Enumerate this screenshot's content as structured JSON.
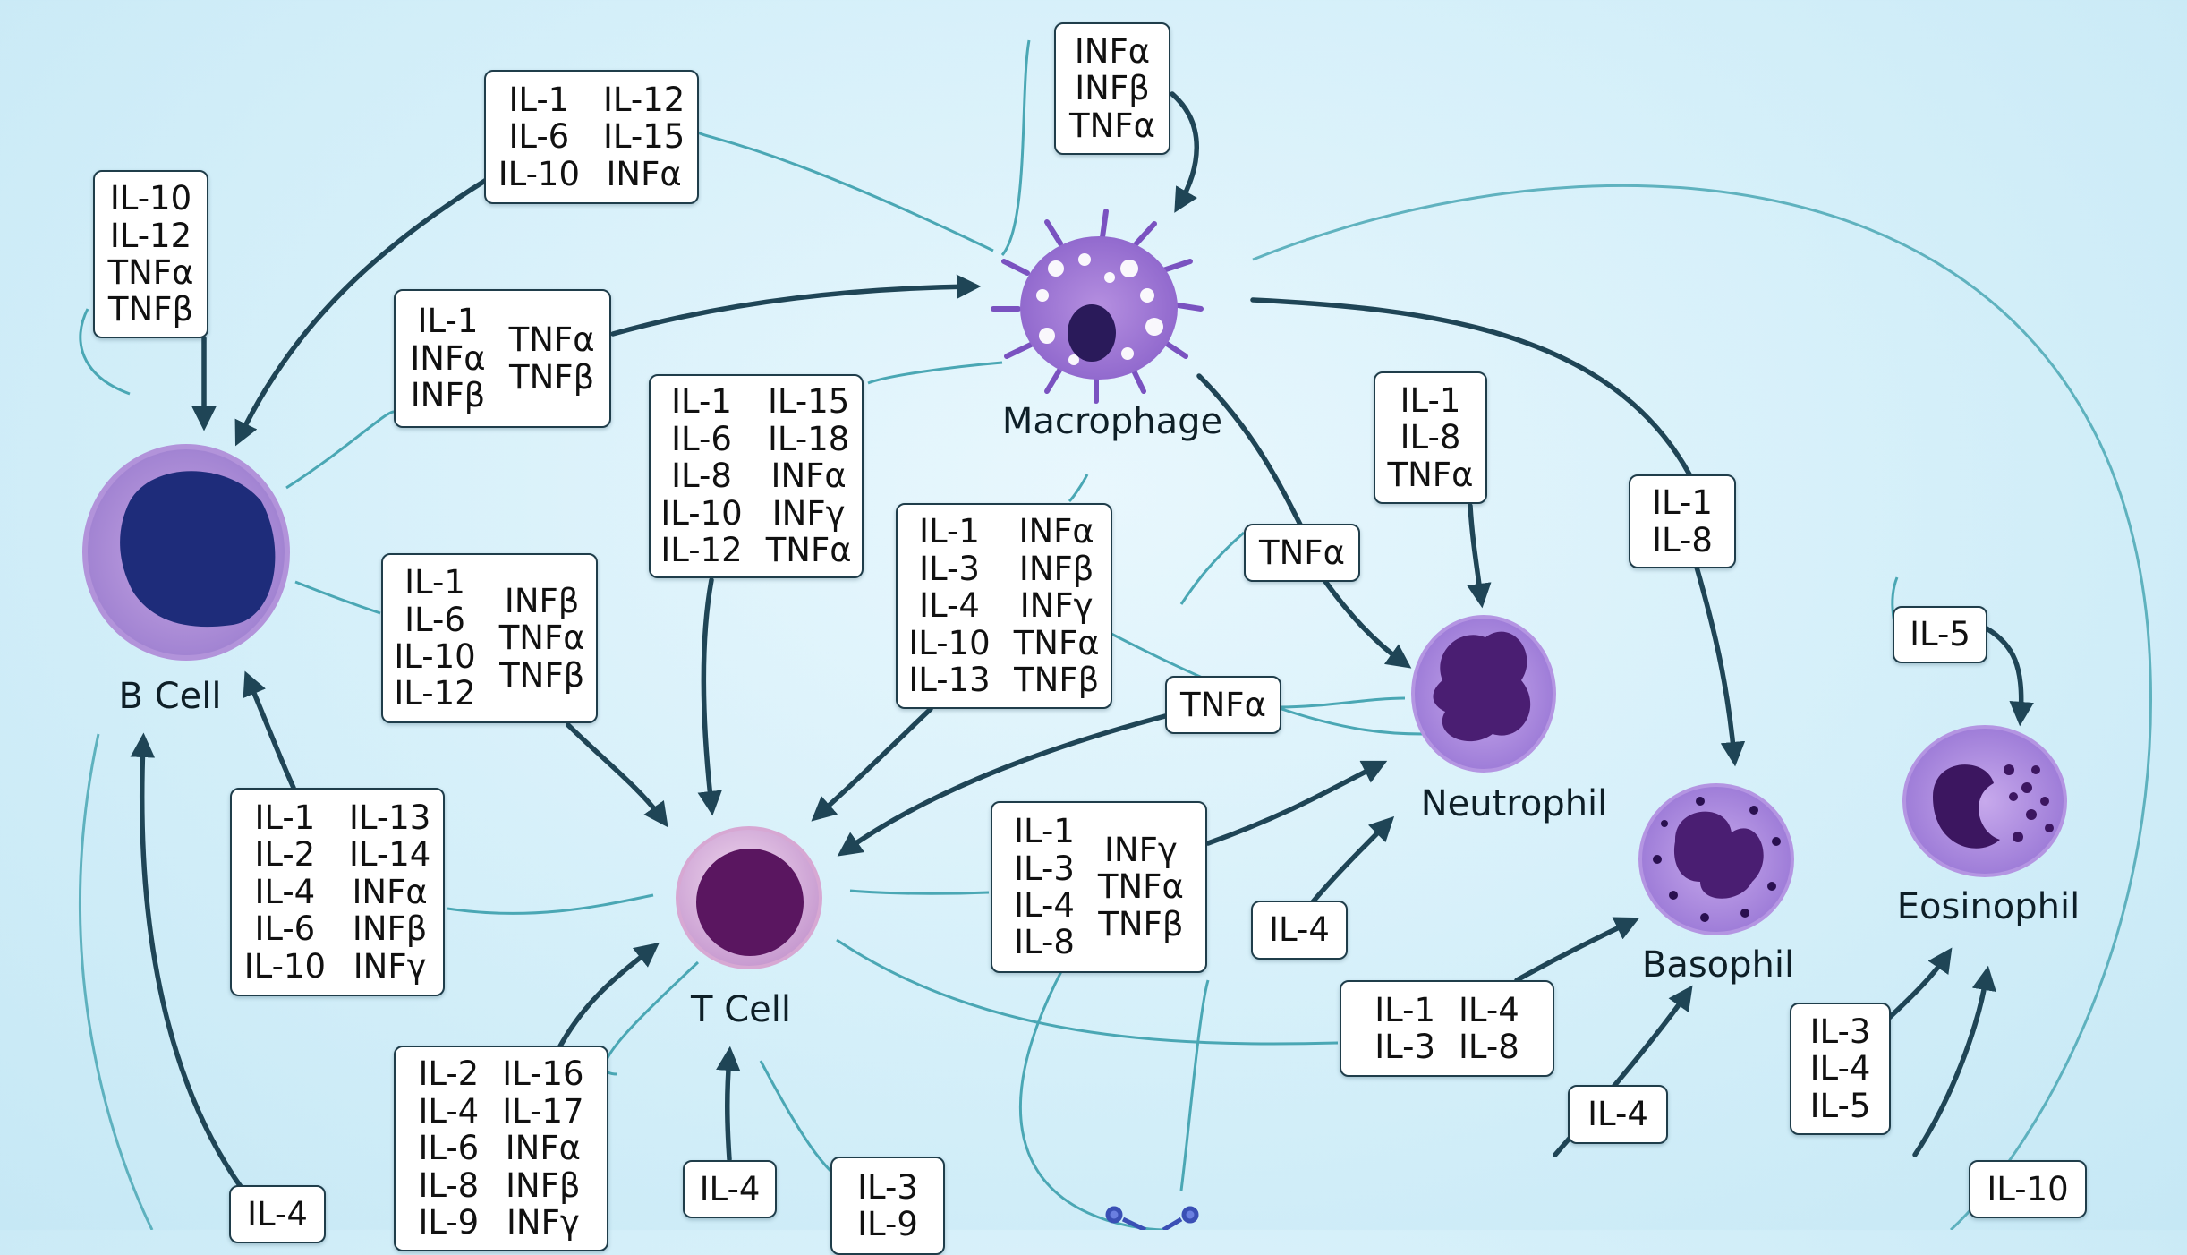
{
  "cells": {
    "b_cell": "B Cell",
    "macrophage": "Macrophage",
    "t_cell": "T Cell",
    "neutrophil": "Neutrophil",
    "basophil": "Basophil",
    "eosinophil": "Eosinophil"
  },
  "boxes": [
    {
      "id": "macrophage-self",
      "columns": [
        [
          "INFα",
          "INFβ",
          "TNFα"
        ]
      ]
    },
    {
      "id": "macrophage-to-bcell",
      "columns": [
        [
          "IL-1",
          "IL-6",
          "IL-10"
        ],
        [
          "IL-12",
          "IL-15",
          "INFα"
        ]
      ]
    },
    {
      "id": "bcell-self",
      "columns": [
        [
          "IL-10",
          "IL-12",
          "TNFα",
          "TNFβ"
        ]
      ]
    },
    {
      "id": "bcell-to-macrophage",
      "columns": [
        [
          "IL-1",
          "INFα",
          "INFβ"
        ],
        [
          "TNFα",
          "TNFβ"
        ]
      ]
    },
    {
      "id": "macrophage-to-tcell-a",
      "columns": [
        [
          "IL-1",
          "IL-6",
          "IL-8",
          "IL-10",
          "IL-12"
        ],
        [
          "IL-15",
          "IL-18",
          "INFα",
          "INFγ",
          "TNFα"
        ]
      ]
    },
    {
      "id": "macrophage-to-tcell-b",
      "columns": [
        [
          "IL-1",
          "IL-3",
          "IL-4",
          "IL-10",
          "IL-13"
        ],
        [
          "INFα",
          "INFβ",
          "INFγ",
          "TNFα",
          "TNFβ"
        ]
      ]
    },
    {
      "id": "bcell-to-tcell",
      "columns": [
        [
          "IL-1",
          "IL-6",
          "IL-10",
          "IL-12"
        ],
        [
          "INFβ",
          "TNFα",
          "TNFβ"
        ]
      ]
    },
    {
      "id": "tcell-to-bcell",
      "columns": [
        [
          "IL-1",
          "IL-2",
          "IL-4",
          "IL-6",
          "IL-10"
        ],
        [
          "IL-13",
          "IL-14",
          "INFα",
          "INFβ",
          "INFγ"
        ]
      ]
    },
    {
      "id": "macrophage-to-neutrophil-a",
      "columns": [
        [
          "IL-1",
          "IL-8",
          "TNFα"
        ]
      ]
    },
    {
      "id": "macrophage-to-neutrophil-b",
      "columns": [
        [
          "TNFα"
        ]
      ]
    },
    {
      "id": "macrophage-to-basophil",
      "columns": [
        [
          "IL-1",
          "IL-8"
        ]
      ]
    },
    {
      "id": "neutrophil-to-tcell",
      "columns": [
        [
          "TNFα"
        ]
      ]
    },
    {
      "id": "tcell-to-neutrophil",
      "columns": [
        [
          "IL-1",
          "IL-3",
          "IL-4",
          "IL-8"
        ],
        [
          "INFγ",
          "TNFα",
          "TNFβ"
        ]
      ]
    },
    {
      "id": "eosinophil-self",
      "columns": [
        [
          "IL-5"
        ]
      ]
    },
    {
      "id": "bottom-to-neutrophil",
      "columns": [
        [
          "IL-4"
        ]
      ]
    },
    {
      "id": "tcell-to-basophil",
      "columns": [
        [
          "IL-1",
          "IL-3"
        ],
        [
          "IL-4",
          "IL-8"
        ]
      ]
    },
    {
      "id": "bottom-to-basophil",
      "columns": [
        [
          "IL-4"
        ]
      ]
    },
    {
      "id": "bottom-to-eosinophil",
      "columns": [
        [
          "IL-3",
          "IL-4",
          "IL-5"
        ]
      ]
    },
    {
      "id": "bottom-to-eosinophil-b",
      "columns": [
        [
          "IL-10"
        ]
      ]
    },
    {
      "id": "bottom-to-tcell-a",
      "columns": [
        [
          "IL-2",
          "IL-4",
          "IL-6",
          "IL-8",
          "IL-9"
        ],
        [
          "IL-16",
          "IL-17",
          "INFα",
          "INFβ",
          "INFγ"
        ]
      ]
    },
    {
      "id": "bottom-to-tcell-b",
      "columns": [
        [
          "IL-4"
        ]
      ]
    },
    {
      "id": "bottom-to-tcell-c",
      "columns": [
        [
          "IL-3",
          "IL-9"
        ]
      ]
    },
    {
      "id": "bottom-to-bcell",
      "columns": [
        [
          "IL-4"
        ]
      ]
    }
  ],
  "colors": {
    "background": "#d4eff9",
    "arrow": "#1f4556",
    "connector": "#4aa7b4",
    "box_border": "#1f3d4a"
  }
}
